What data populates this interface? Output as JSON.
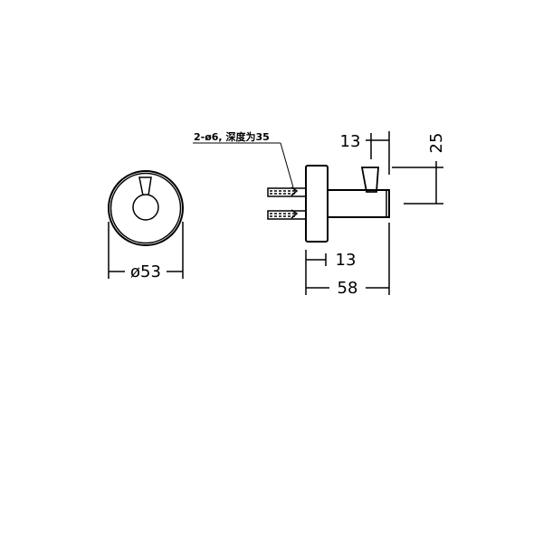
{
  "front_view": {
    "diameter_label": "ø53"
  },
  "side_view": {
    "note": "2-ø6, 深度为35",
    "hook_offset_label": "13",
    "hook_height_label": "25",
    "plate_thickness_label": "13",
    "total_depth_label": "58"
  },
  "colors": {
    "line": "#000000",
    "background": "#ffffff"
  }
}
